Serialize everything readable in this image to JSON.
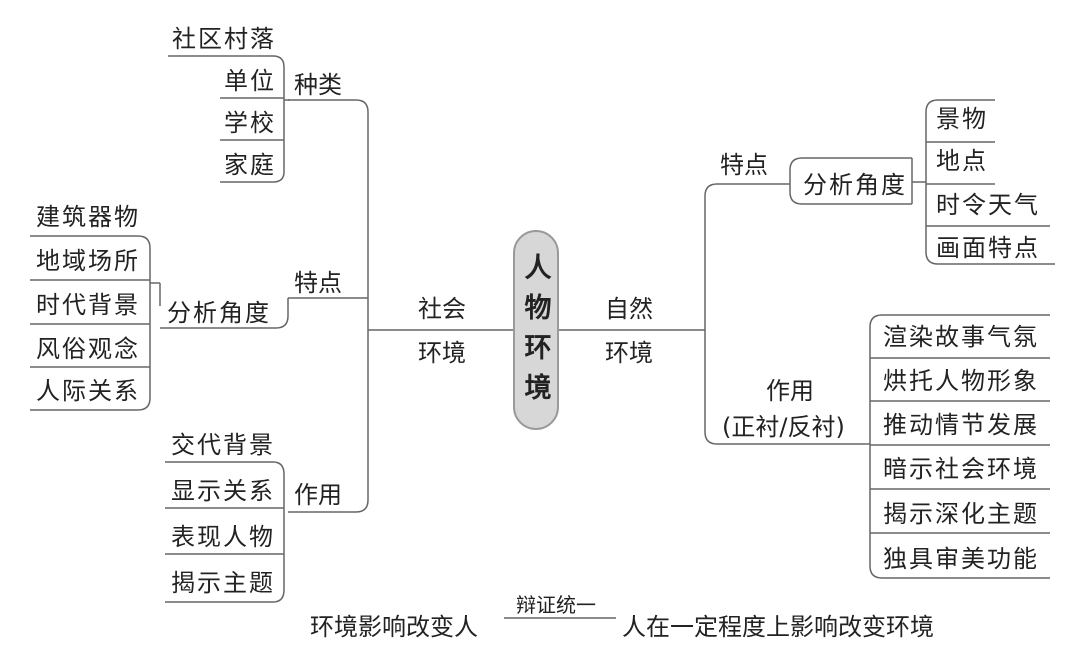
{
  "center": {
    "chars": [
      "人",
      "物",
      "环",
      "境"
    ]
  },
  "social": {
    "label_line1": "社会",
    "label_line2": "环境",
    "kinds": {
      "label": "种类",
      "items": [
        "社区村落",
        "单位",
        "学校",
        "家庭"
      ]
    },
    "features": {
      "label": "特点",
      "angle_label": "分析角度",
      "items": [
        "建筑器物",
        "地域场所",
        "时代背景",
        "风俗观念",
        "人际关系"
      ]
    },
    "functions": {
      "label": "作用",
      "items": [
        "交代背景",
        "显示关系",
        "表现人物",
        "揭示主题"
      ]
    }
  },
  "natural": {
    "label_line1": "自然",
    "label_line2": "环境",
    "features": {
      "label": "特点",
      "angle_label": "分析角度",
      "items": [
        "景物",
        "地点",
        "时令天气",
        "画面特点"
      ]
    },
    "functions": {
      "label_line1": "作用",
      "label_line2": "(正衬/反衬)",
      "items": [
        "渲染故事气氛",
        "烘托人物形象",
        "推动情节发展",
        "暗示社会环境",
        "揭示深化主题",
        "独具审美功能"
      ]
    }
  },
  "bottom": {
    "left": "环境影响改变人",
    "link": "辩证统一",
    "right": "人在一定程度上影响改变环境"
  }
}
